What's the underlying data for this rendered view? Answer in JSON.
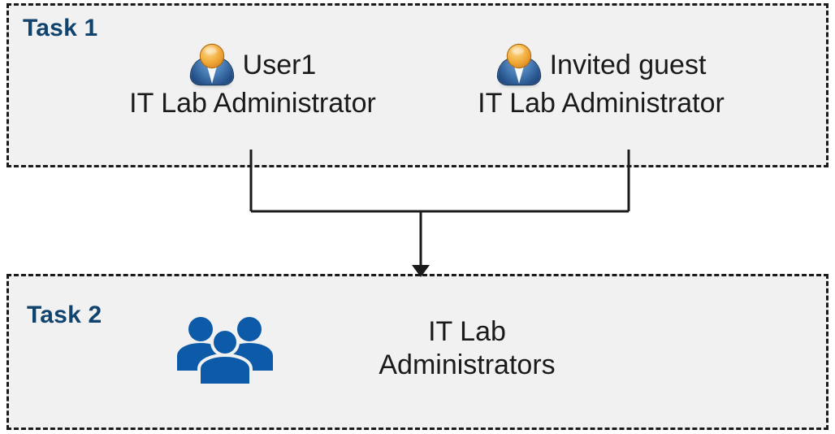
{
  "diagram": {
    "title": "Task 1 and Task 2 group membership flow",
    "background_color": "#FFFFFF",
    "box_fill_color": "#F1F1F1",
    "box_border_color": "#1A1A1A",
    "label_color": "#10436E",
    "group_icon_color": "#0D5BA8",
    "connector_color": "#1A1A1A"
  },
  "task1": {
    "label": "Task 1",
    "members": [
      {
        "icon": "single-user-icon",
        "name": "User1",
        "role": "IT Lab Administrator"
      },
      {
        "icon": "single-user-icon",
        "name": "Invited guest",
        "role": "IT Lab Administrator"
      }
    ]
  },
  "connector": {
    "type": "merge-arrow",
    "from": [
      "User1",
      "Invited guest"
    ],
    "to": "IT Lab Administrators",
    "arrow_head": "filled-triangle"
  },
  "task2": {
    "label": "Task 2",
    "group": {
      "icon": "user-group-icon",
      "name": "IT Lab\nAdministrators"
    }
  }
}
